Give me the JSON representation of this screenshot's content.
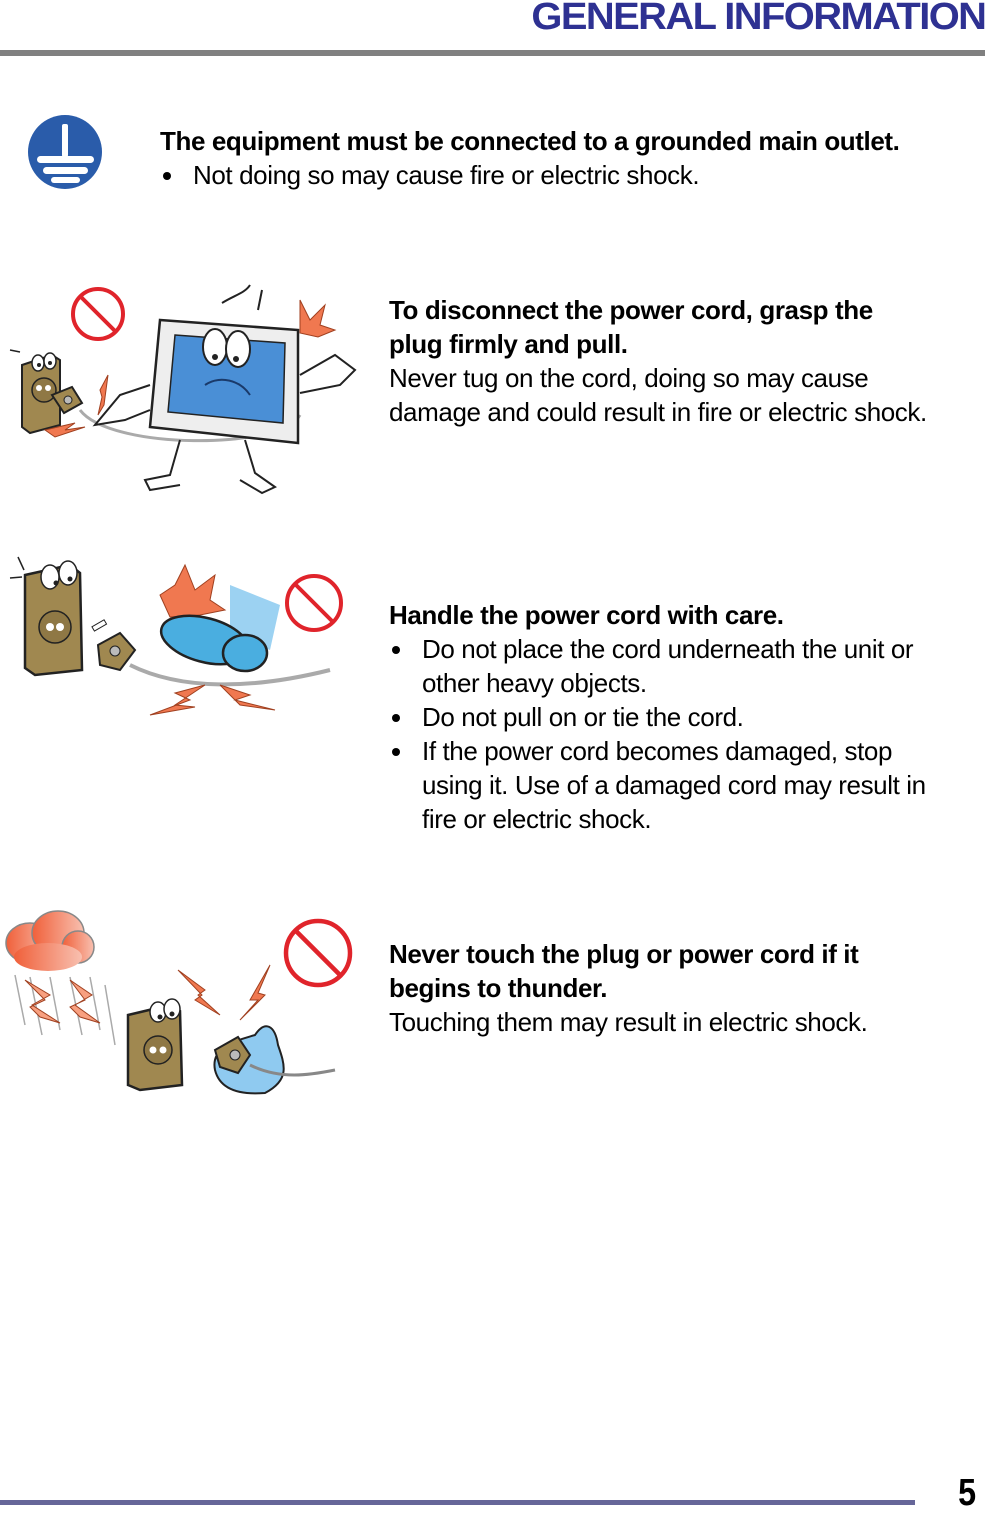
{
  "header": {
    "title": "GENERAL INFORMATION",
    "title_color": "#2e3192",
    "rule_color": "#808080"
  },
  "sections": [
    {
      "icon": "ground-symbol-icon",
      "heading": "The equipment must be connected to a grounded main outlet.",
      "bullets": [
        "Not doing so may cause fire or electric shock."
      ]
    },
    {
      "icon": "monitor-plug-pull-prohibited-illustration",
      "heading_lines": [
        "To disconnect the power cord, grasp the",
        "plug firmly and pull."
      ],
      "body_lines": [
        "Never tug on the cord, doing so may cause",
        "damage and could result in fire or electric shock."
      ]
    },
    {
      "icon": "foot-stepping-on-cord-prohibited-illustration",
      "heading": "Handle the power cord with care.",
      "bullets": [
        {
          "lines": [
            "Do not place the cord underneath the unit or",
            "other heavy objects."
          ]
        },
        {
          "lines": [
            "Do not pull on or tie the cord."
          ]
        },
        {
          "lines": [
            "If the power cord becomes damaged, stop",
            "using it. Use of a damaged cord may result in",
            "fire or electric shock."
          ]
        }
      ]
    },
    {
      "icon": "thunderstorm-plug-prohibited-illustration",
      "heading_lines": [
        "Never touch the plug or power cord if it",
        "begins to thunder."
      ],
      "body_lines": [
        "Touching them may result in electric shock."
      ]
    }
  ],
  "colors": {
    "ground_icon_blue": "#2a5caa",
    "prohibition_red": "#e0242b",
    "outlet_brown": "#a08850",
    "spark_orange": "#f07850",
    "screen_blue": "#4a8fd6",
    "footer_rule": "#666699"
  },
  "footer": {
    "page_number": "5"
  }
}
